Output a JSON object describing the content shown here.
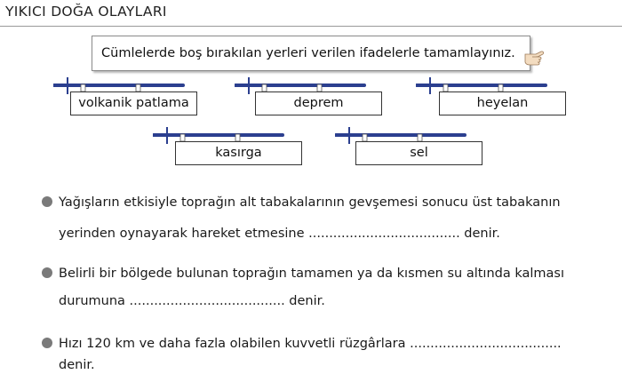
{
  "header": {
    "title": "YIKICI DOĞA OLAYLARI"
  },
  "instruction": {
    "text": "Cümlelerde boş bırakılan yerleri verilen ifadelerle tamamlayınız.",
    "icon": "pointing-hand-icon"
  },
  "word_bank": [
    {
      "label": "volkanik patlama"
    },
    {
      "label": "deprem"
    },
    {
      "label": "heyelan"
    },
    {
      "label": "kasırga"
    },
    {
      "label": "sel"
    }
  ],
  "questions": [
    {
      "line1": "Yağışların etkisiyle toprağın alt tabakalarının gevşemesi sonucu üst tabakanın",
      "line2": "yerinden oynayarak hareket etmesine ..................................... denir."
    },
    {
      "line1": "Belirli bir bölgede bulunan toprağın tamamen ya da kısmen su altında kalması",
      "line2": "durumuna ...................................... denir."
    },
    {
      "line1": "Hızı 120 km ve daha fazla olabilen kuvvetli rüzgârlara .....................................",
      "line2": "denir."
    }
  ],
  "colors": {
    "hanger_bar": "#2b3f8f",
    "bullet": "#7a7a7a"
  }
}
